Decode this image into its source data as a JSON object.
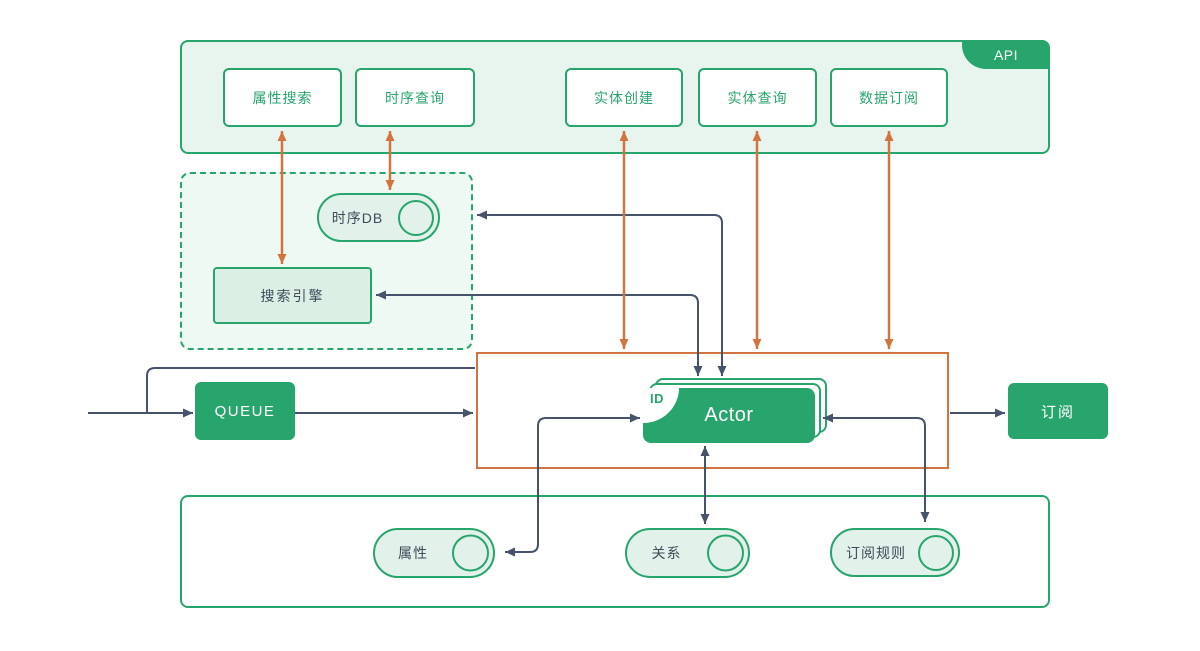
{
  "api": {
    "tag": "API",
    "endpoints": [
      "属性搜索",
      "时序查询",
      "实体创建",
      "实体查询",
      "数据订阅"
    ]
  },
  "middleware": {
    "tsdb": "时序DB",
    "search_engine": "搜索引擎"
  },
  "flow": {
    "queue": "QUEUE",
    "actor_badge": "ID",
    "actor": "Actor",
    "subscribe": "订阅"
  },
  "stores": {
    "attributes": "属性",
    "relations": "关系",
    "subscription_rules": "订阅规则"
  },
  "colors": {
    "green": "#28A46D",
    "green_container_fill": "#E8F5EF",
    "dashed_container_fill": "#EFF9F4",
    "cylinder_fill": "#E2F1E9",
    "search_engine_fill": "#DCEFE5",
    "orange": "#D2743F",
    "arrow_dark": "#47536A",
    "text_dark": "#3F4A5A"
  }
}
